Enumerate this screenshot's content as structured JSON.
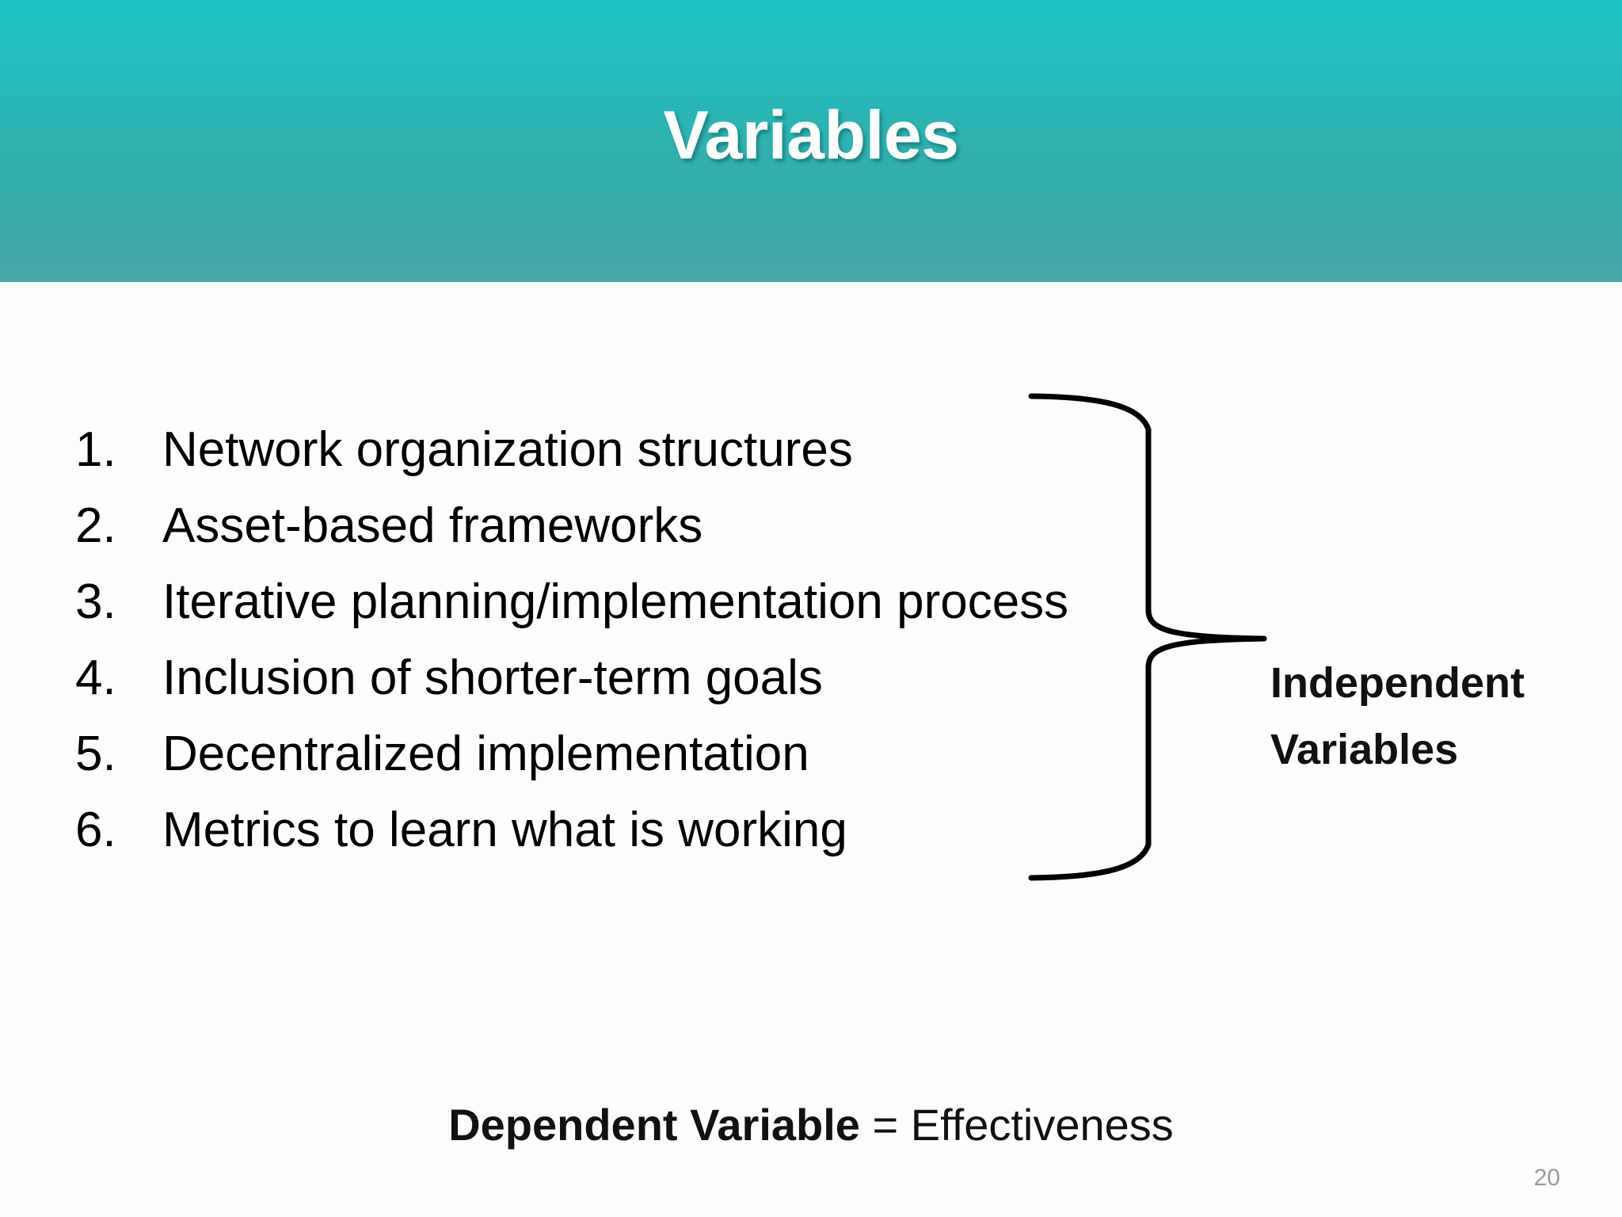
{
  "slide": {
    "title": "Variables",
    "page_number": "20",
    "header_gradient_top": "#1fc4c4",
    "header_gradient_bottom": "#4aa7a7",
    "title_color": "#ffffff",
    "body_text_color": "#000000",
    "page_number_color": "#9a9a9a"
  },
  "list": {
    "items": [
      {
        "number": "1.",
        "text": "Network organization structures"
      },
      {
        "number": "2.",
        "text": "Asset-based frameworks"
      },
      {
        "number": "3.",
        "text": "Iterative planning/implementation process"
      },
      {
        "number": "4.",
        "text": "Inclusion of shorter-term goals"
      },
      {
        "number": "5.",
        "text": "Decentralized implementation"
      },
      {
        "number": "6.",
        "text": "Metrics to learn what is working"
      }
    ]
  },
  "brace": {
    "label_line1": "Independent",
    "label_line2": "Variables",
    "stroke_color": "#000000"
  },
  "caption": {
    "bold_part": "Dependent Variable",
    "rest_part": " = Effectiveness"
  }
}
